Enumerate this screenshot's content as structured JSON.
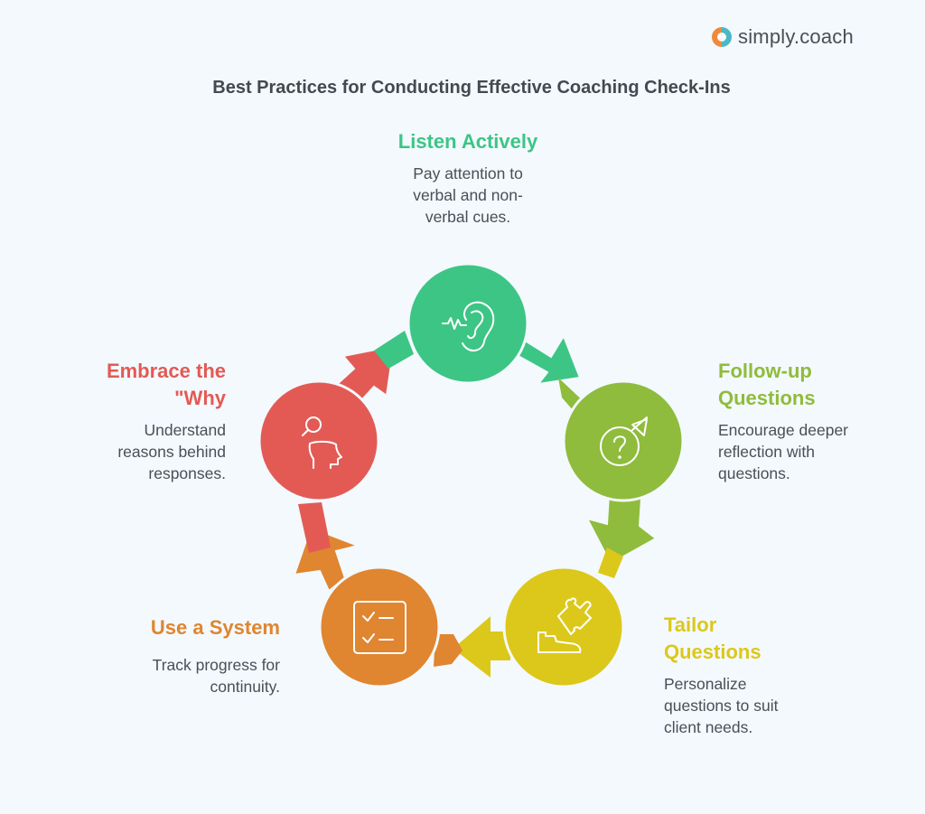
{
  "brand": {
    "name": "simply.coach",
    "logo_colors": {
      "left": "#ef8a3c",
      "right": "#4bb8c4"
    }
  },
  "title": "Best Practices for Conducting Effective Coaching Check-Ins",
  "steps": [
    {
      "id": "listen",
      "title": "Listen Actively",
      "description_lines": [
        "Pay attention to",
        "verbal and non-",
        "verbal cues."
      ],
      "description": "Pay attention to verbal and non-verbal cues.",
      "icon": "ear-sound-icon",
      "color": "#3dc585"
    },
    {
      "id": "follow-up",
      "title_lines": [
        "Follow-up",
        "Questions"
      ],
      "title": "Follow-up Questions",
      "description_lines": [
        "Encourage deeper",
        "reflection with",
        "questions."
      ],
      "description": "Encourage deeper reflection with questions.",
      "icon": "question-arrow-icon",
      "color": "#8fbc3c"
    },
    {
      "id": "tailor",
      "title_lines": [
        "Tailor",
        "Questions"
      ],
      "title": "Tailor Questions",
      "description_lines": [
        "Personalize",
        "questions to suit",
        "client needs."
      ],
      "description": "Personalize questions to suit client needs.",
      "icon": "puzzle-hand-icon",
      "color": "#dcc81a"
    },
    {
      "id": "system",
      "title": "Use a System",
      "description_lines": [
        "Track progress for",
        "continuity."
      ],
      "description": "Track progress for continuity.",
      "icon": "checklist-icon",
      "color": "#e08530"
    },
    {
      "id": "why",
      "title_lines": [
        "Embrace the",
        "\"Why"
      ],
      "title": "Embrace the \"Why",
      "description_lines": [
        "Understand",
        "reasons behind",
        "responses."
      ],
      "description": "Understand reasons behind responses.",
      "icon": "head-search-icon",
      "color": "#e35a55"
    }
  ],
  "colors": {
    "background": "#f3f9fd",
    "title_text": "#45494f",
    "body_text": "#4a4f55"
  }
}
